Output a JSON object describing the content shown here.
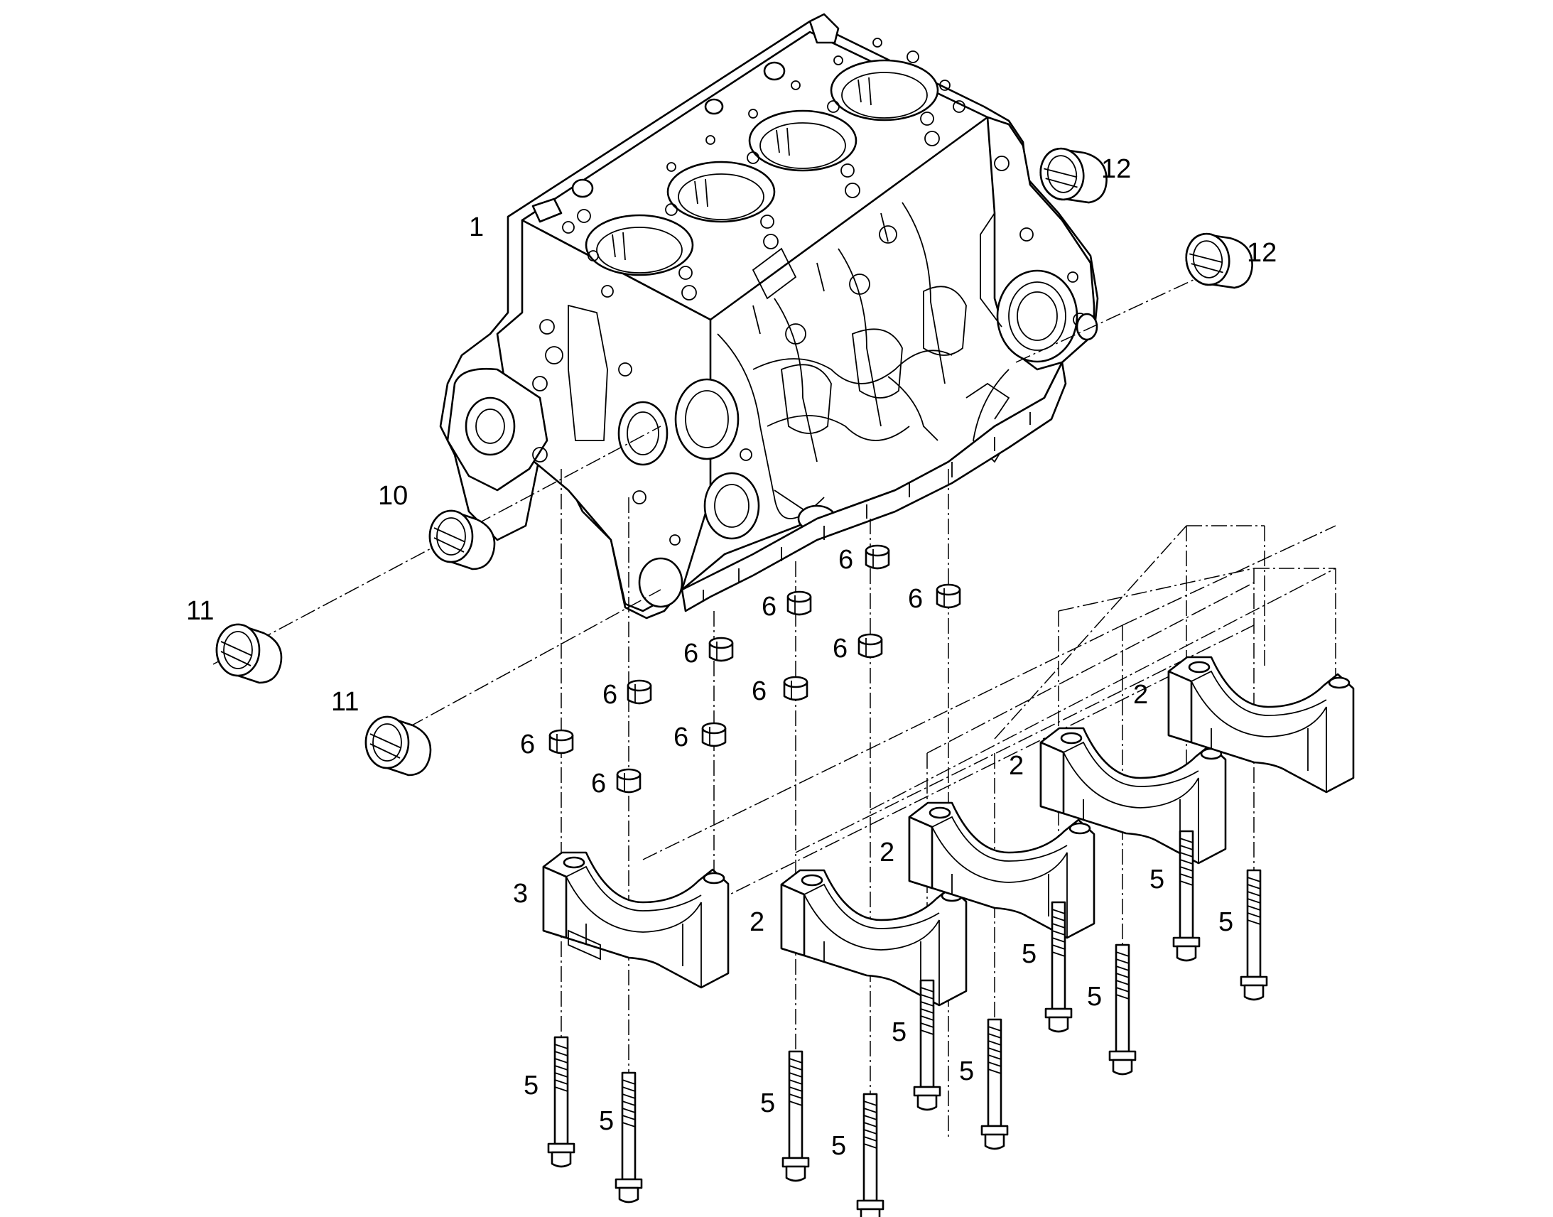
{
  "labels": {
    "block": "1",
    "front_bearing": "10",
    "seal_upper": "11",
    "seal_lower": "11",
    "rear_seal_upper": "12",
    "rear_seal_lower": "12",
    "cap_front": "3",
    "cap_2a": "2",
    "cap_2b": "2",
    "cap_2c": "2",
    "cap_2d": "2",
    "pin": "6",
    "bolt": "5"
  }
}
